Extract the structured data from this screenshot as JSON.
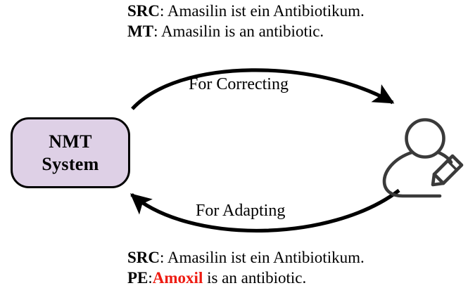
{
  "diagram": {
    "title": "NMT System human feedback loop",
    "colors": {
      "node_fill": "#ded0e6",
      "node_border": "#000000",
      "arrow": "#000000",
      "person_icon": "#3a3a3a",
      "highlight_red": "#ee1b11",
      "background": "#ffffff"
    }
  },
  "top_text": {
    "line1": {
      "tag": "SRC",
      "separator": ": ",
      "body": "Amasilin ist ein Antibiotikum."
    },
    "line2": {
      "tag": "MT",
      "separator": ": ",
      "body": "Amasilin is an antibiotic."
    }
  },
  "bottom_text": {
    "line1": {
      "tag": "SRC",
      "separator": ": ",
      "body": "Amasilin ist ein Antibiotikum."
    },
    "line2": {
      "tag": "PE",
      "separator": ":",
      "highlight": "Amoxil",
      "body": " is an antibiotic."
    }
  },
  "nodes": {
    "nmt_system": {
      "line1": "NMT",
      "line2": "System"
    },
    "human": {
      "icon": "person-with-pencil-icon",
      "label": ""
    }
  },
  "edges": [
    {
      "id": "for-correcting",
      "label": "For Correcting",
      "from": "nmt_system",
      "to": "human",
      "direction": "left-to-right"
    },
    {
      "id": "for-adapting",
      "label": "For Adapting",
      "from": "human",
      "to": "nmt_system",
      "direction": "right-to-left"
    }
  ]
}
